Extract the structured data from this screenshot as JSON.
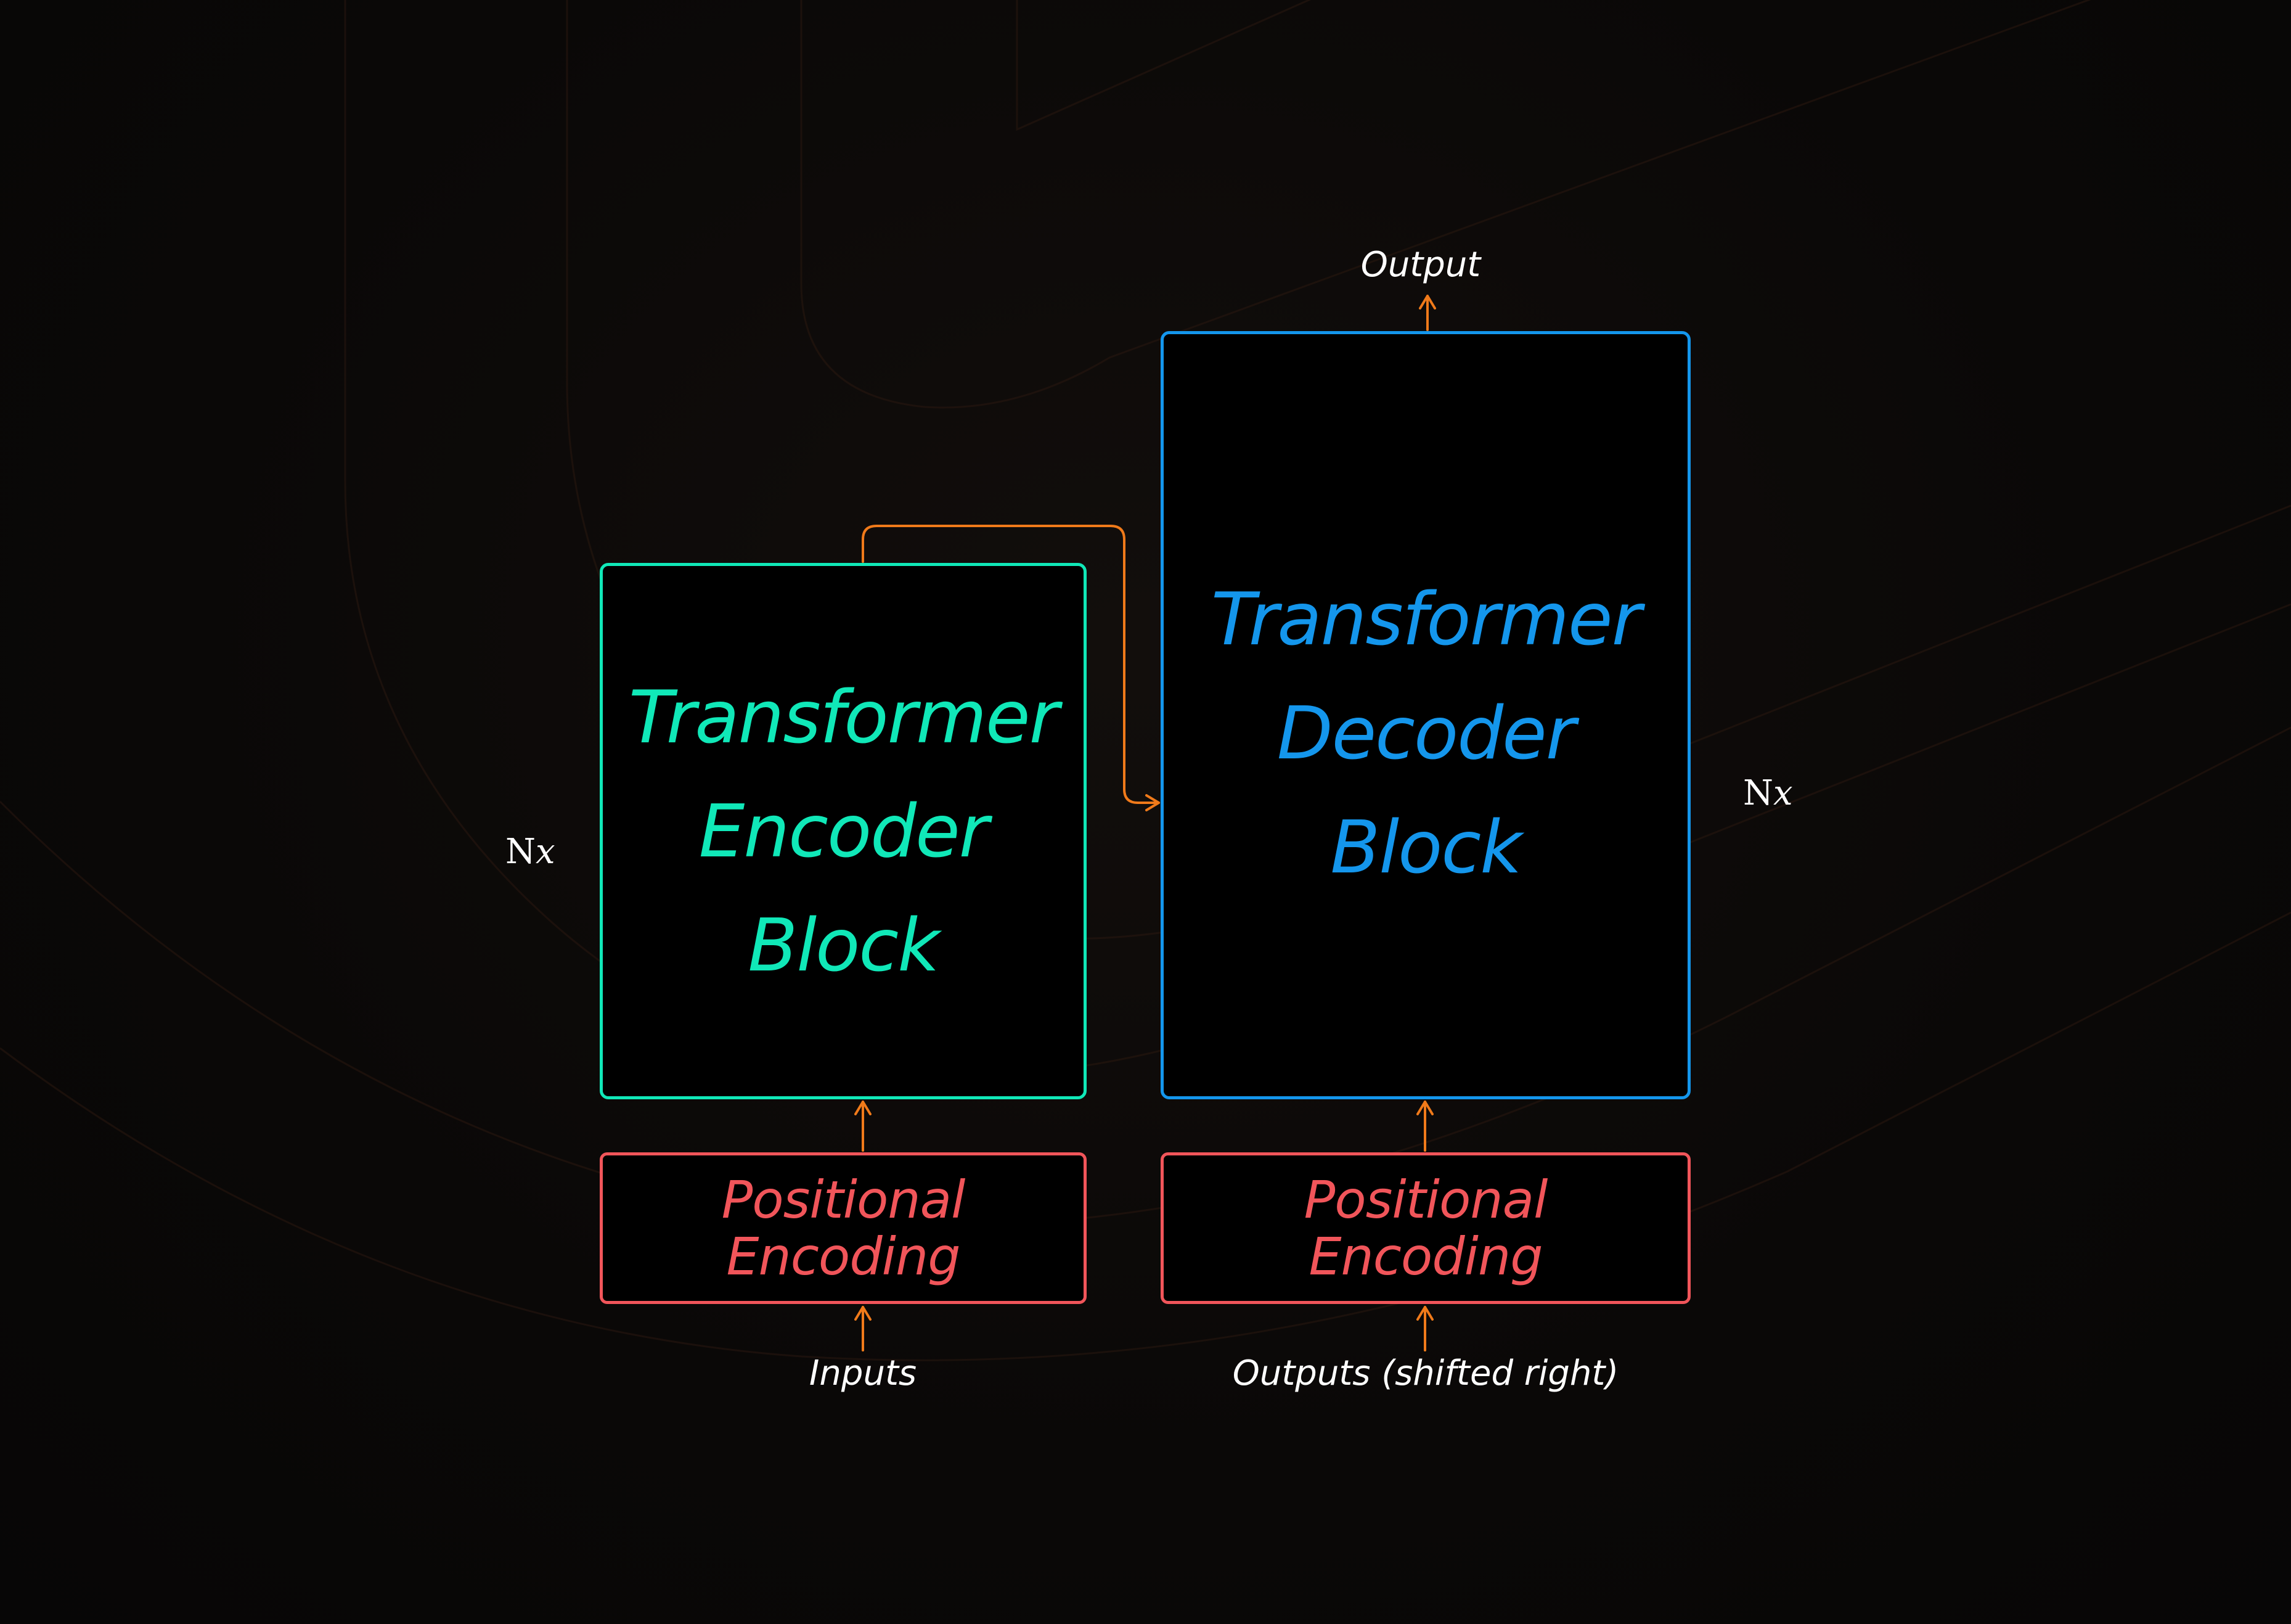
{
  "colors": {
    "encoder": "#10e8b8",
    "decoder": "#1496ec",
    "positional_encoding": "#f1555a",
    "arrows": "#f07a1a",
    "labels": "#ffffff",
    "background": "#0b0908"
  },
  "encoder": {
    "title_lines": [
      "Transformer",
      "Encoder",
      "Block"
    ],
    "repeat_label": "N",
    "repeat_var": "x"
  },
  "decoder": {
    "title_lines": [
      "Transformer",
      "Decoder",
      "Block"
    ],
    "repeat_label": "N",
    "repeat_var": "x"
  },
  "encoder_positional_encoding": {
    "title_lines": [
      "Positional",
      "Encoding"
    ]
  },
  "decoder_positional_encoding": {
    "title_lines": [
      "Positional",
      "Encoding"
    ]
  },
  "labels": {
    "inputs": "Inputs",
    "outputs_shifted": "Outputs (shifted right)",
    "output": "Output"
  },
  "arrows": [
    {
      "from": "inputs",
      "to": "encoder_positional_encoding"
    },
    {
      "from": "encoder_positional_encoding",
      "to": "encoder"
    },
    {
      "from": "encoder",
      "to": "decoder"
    },
    {
      "from": "outputs_shifted",
      "to": "decoder_positional_encoding"
    },
    {
      "from": "decoder_positional_encoding",
      "to": "decoder"
    },
    {
      "from": "decoder",
      "to": "output"
    }
  ]
}
